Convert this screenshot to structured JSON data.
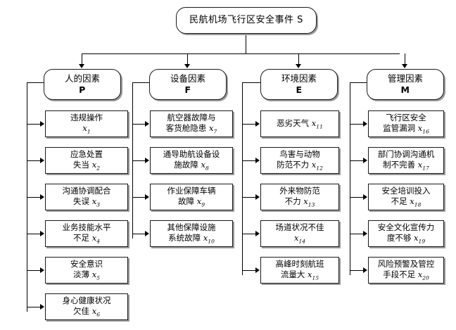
{
  "diagram": {
    "title": "民航机场飞行区安全事件 S",
    "type": "fishbone-tree",
    "root": {
      "label": "民航机场飞行区安全事件 S"
    },
    "categories": [
      {
        "name": "人的因素",
        "code": "P",
        "factors": [
          {
            "text": "违规操作",
            "label": "x",
            "sub": "1"
          },
          {
            "text": "应急处置",
            "text2": "失当",
            "label": "x",
            "sub": "2",
            "inline": true
          },
          {
            "text": "沟通协调配合",
            "text2": "失误",
            "label": "x",
            "sub": "3",
            "inline": true
          },
          {
            "text": "业务技能水平",
            "text2": "不足",
            "label": "x",
            "sub": "4",
            "inline": true
          },
          {
            "text": "安全意识",
            "text2": "淡薄",
            "label": "x",
            "sub": "5",
            "inline": true
          },
          {
            "text": "身心健康状况",
            "text2": "欠佳",
            "label": "x",
            "sub": "6",
            "inline": true
          }
        ]
      },
      {
        "name": "设备因素",
        "code": "F",
        "factors": [
          {
            "text": "航空器故障与",
            "text2": "客货舱隐患",
            "label": "x",
            "sub": "7",
            "inline": true
          },
          {
            "text": "通导助航设备设",
            "text2": "施故障",
            "label": "x",
            "sub": "8",
            "inline": true
          },
          {
            "text": "作业保障车辆",
            "text2": "故障",
            "label": "x",
            "sub": "9",
            "inline": true
          },
          {
            "text": "其他保障设施",
            "text2": "系统故障",
            "label": "x",
            "sub": "10",
            "inline": true
          }
        ]
      },
      {
        "name": "环境因素",
        "code": "E",
        "factors": [
          {
            "text": "恶劣天气",
            "label": "x",
            "sub": "11",
            "inline": true
          },
          {
            "text": "鸟害与动物",
            "text2": "防范不力",
            "label": "x",
            "sub": "12",
            "inline": true
          },
          {
            "text": "外来物防范",
            "text2": "不力",
            "label": "x",
            "sub": "13",
            "inline": true
          },
          {
            "text": "场道状况不佳",
            "label": "x",
            "sub": "14"
          },
          {
            "text": "高峰时刻航班",
            "text2": "流量大",
            "label": "x",
            "sub": "15",
            "inline": true
          }
        ]
      },
      {
        "name": "管理因素",
        "code": "M",
        "factors": [
          {
            "text": "飞行区安全",
            "text2": "监管漏洞",
            "label": "x",
            "sub": "16",
            "inline": true
          },
          {
            "text": "部门协调沟通机",
            "text2": "制不完善",
            "label": "x",
            "sub": "17",
            "inline": true
          },
          {
            "text": "安全培训投入",
            "text2": "不足",
            "label": "x",
            "sub": "18",
            "inline": true
          },
          {
            "text": "安全文化宣传力",
            "text2": "度不够",
            "label": "x",
            "sub": "19",
            "inline": true
          },
          {
            "text": "风险预警及管控",
            "text2": "手段不足",
            "label": "x",
            "sub": "20",
            "inline": true
          }
        ]
      }
    ],
    "colors": {
      "line": "#000000",
      "box_border": "#1a1a1a",
      "box_fill": "#ffffff",
      "text": "#000000",
      "shadow": "#9a9a9a"
    }
  }
}
